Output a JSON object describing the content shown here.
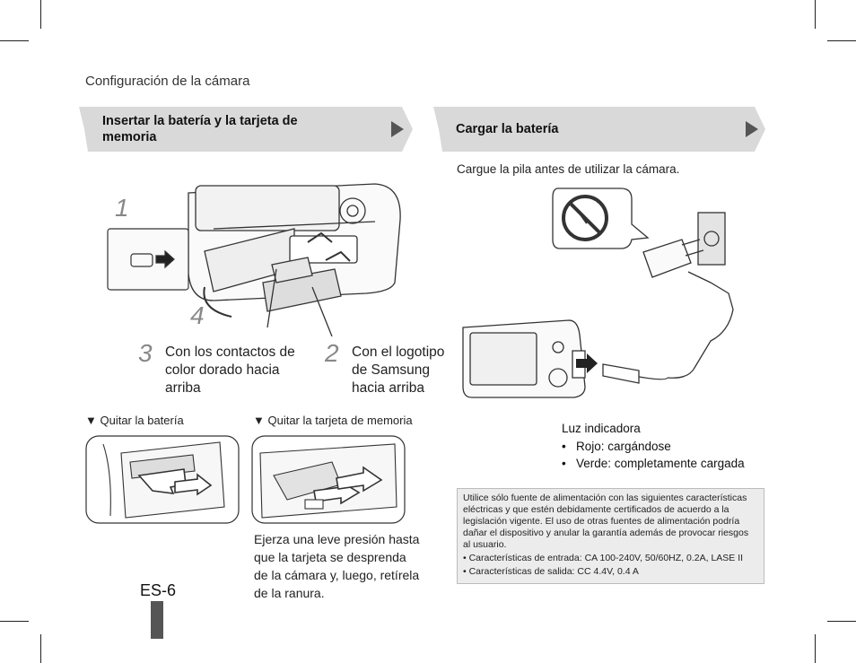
{
  "header": {
    "section": "Configuración de la cámara"
  },
  "left_banner": {
    "title_line1": "Insertar la batería y la tarjeta de",
    "title_line2": "memoria"
  },
  "right_banner": {
    "title": "Cargar la batería"
  },
  "steps": [
    {
      "num": "1"
    },
    {
      "num": "4"
    },
    {
      "num": "3",
      "line1": "Con los contactos de",
      "line2": "color dorado hacia",
      "line3": "arriba"
    },
    {
      "num": "2",
      "line1": "Con el logotipo",
      "line2": "de Samsung",
      "line3": "hacia arriba"
    }
  ],
  "remove_battery": {
    "label": "▼ Quitar la batería"
  },
  "remove_card": {
    "label": "▼ Quitar la tarjeta de memoria",
    "note_line1": "Ejerza una leve presión hasta",
    "note_line2": "que la tarjeta se desprenda",
    "note_line3": "de la cámara y, luego, retírela",
    "note_line4": "de la ranura."
  },
  "charge": {
    "intro": "Cargue la pila antes de utilizar la cámara."
  },
  "indicator": {
    "title": "Luz indicadora",
    "red_label": "Rojo",
    "red_text": ": cargándose",
    "green_label": "Verde",
    "green_text": ": completamente cargada"
  },
  "infobox": {
    "para": "Utilice sólo fuente de alimentación con las siguientes características eléctricas y que estén debidamente certificados de acuerdo a la legislación vigente. El uso de otras fuentes de alimentación podría dañar el dispositivo y anular la garantía además de provocar riesgos al usuario.",
    "bullet1": "• Características de entrada: CA 100-240V, 50/60HZ, 0.2A, LASE II",
    "bullet2": "• Características de salida: CC 4.4V, 0.4 A"
  },
  "footer": {
    "page": "ES-6"
  },
  "colors": {
    "banner_bg": "#d9d9d9",
    "arrow": "#555555",
    "tab": "#555555",
    "infobox_bg": "#ececec"
  }
}
